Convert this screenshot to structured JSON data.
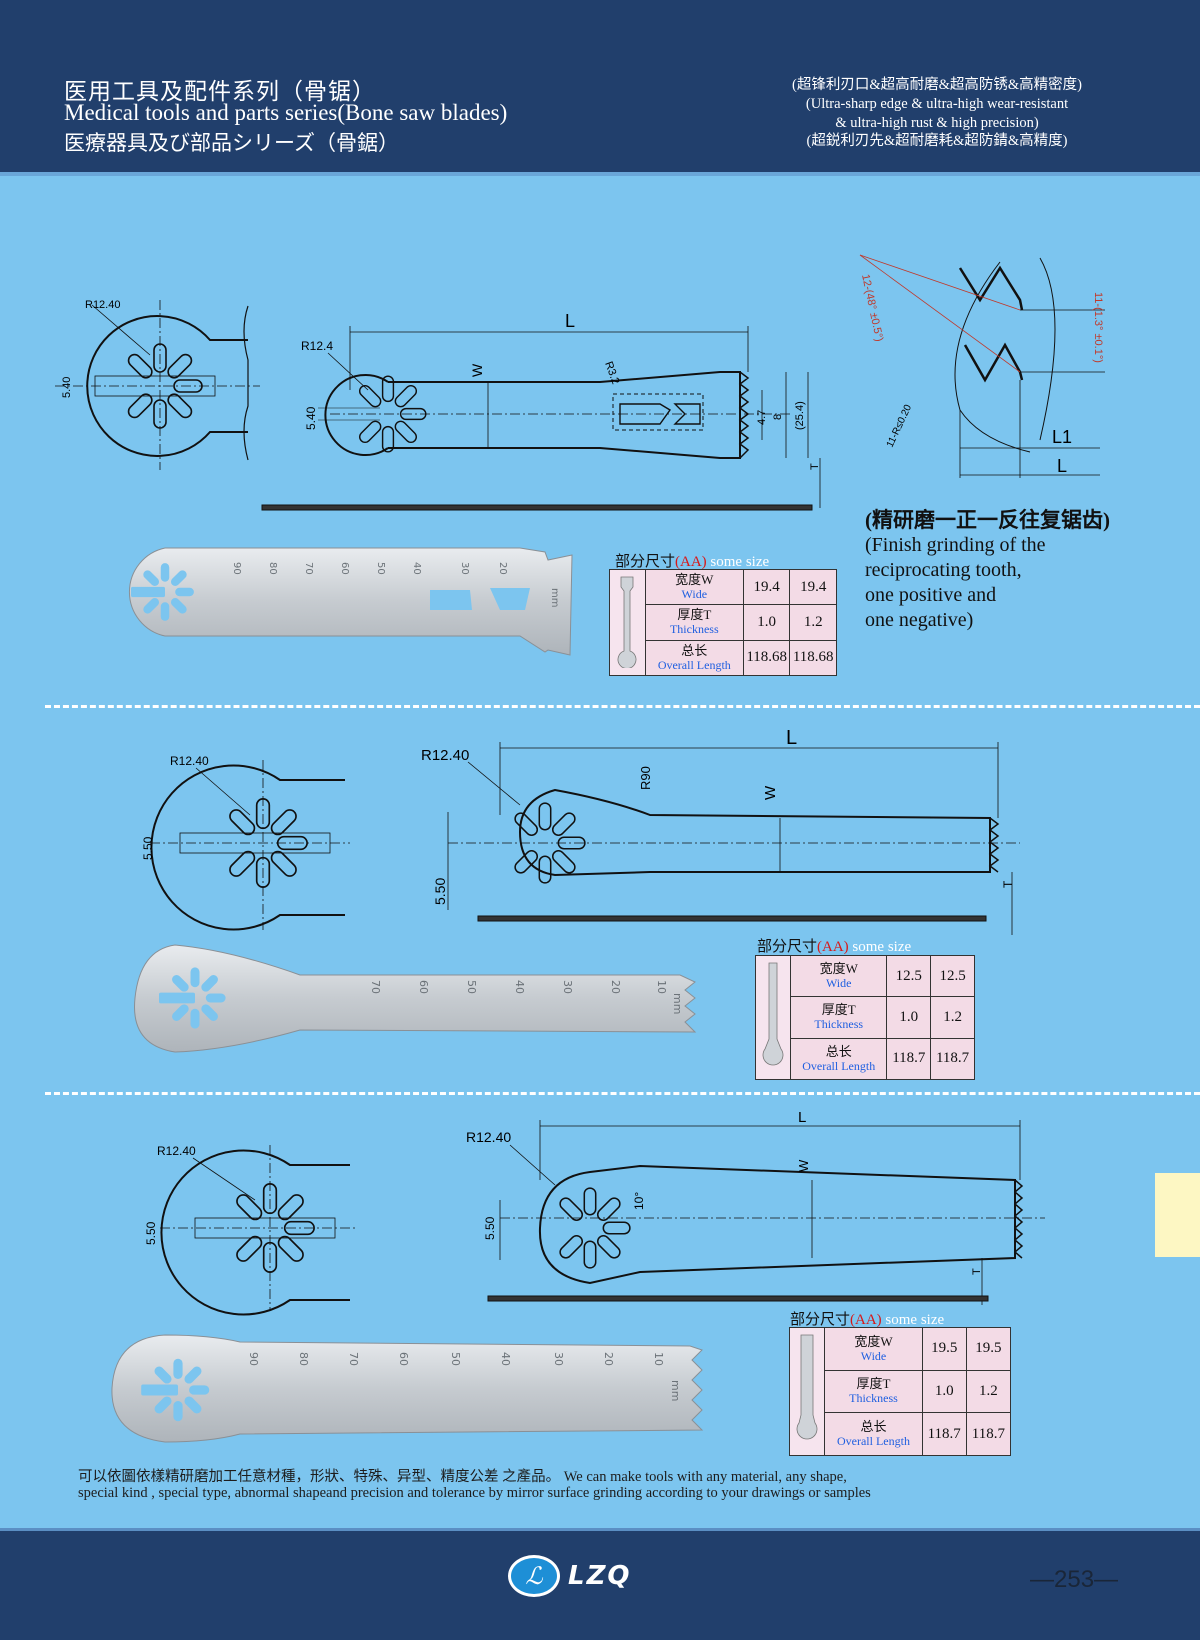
{
  "header": {
    "title_cn": "医用工具及配件系列（骨锯）",
    "title_en": "Medical tools and parts series(Bone saw blades)",
    "title_jp": "医療器具及び部品シリーズ（骨鋸）",
    "features_cn": "(超锋利刃口&超高耐磨&超高防锈&高精密度)",
    "features_en_1": "(Ultra-sharp edge & ultra-high wear-resistant",
    "features_en_2": "& ultra-high rust & high precision)",
    "features_jp": "(超鋭利刃先&超耐磨耗&超防錆&高精度)"
  },
  "section1": {
    "dims": {
      "r_small": "R12.40",
      "w_small": "5.40",
      "r_main": "R12.4",
      "w_main": "5.40",
      "r_slot": "R3.2",
      "len": "L",
      "width": "W",
      "tooth_47": "4.7",
      "tooth_8": "8",
      "tooth_254": "(25.4)",
      "thick": "T"
    },
    "tooth_detail": {
      "angle": "12-(48° ±0.5°)",
      "angle2": "11-(1.3° ±0.1°)",
      "radius": "11-R≤0.20",
      "l1": "L1",
      "l": "L"
    },
    "grinding_note": {
      "cn": "(精研磨一正一反往复锯齿)",
      "en_1": "(Finish grinding of the",
      "en_2": "reciprocating tooth,",
      "en_3": "one positive and",
      "en_4": "one negative)"
    },
    "scale": [
      "90",
      "80",
      "70",
      "60",
      "50",
      "40",
      "30",
      "20",
      "mm"
    ],
    "size_table": {
      "head_cn": "部分尺寸",
      "head_aa": "(AA)",
      "head_en": "some size",
      "rows": [
        {
          "cn": "宽度W",
          "en": "Wide",
          "v1": "19.4",
          "v2": "19.4"
        },
        {
          "cn": "厚度T",
          "en": "Thickness",
          "v1": "1.0",
          "v2": "1.2"
        },
        {
          "cn": "总长",
          "en": "Overall Length",
          "v1": "118.68",
          "v2": "118.68"
        }
      ]
    }
  },
  "section2": {
    "dims": {
      "r_small": "R12.40",
      "w_small": "5.50",
      "r_main": "R12.40",
      "w_main": "5.50",
      "r90": "R90",
      "len": "L",
      "width": "W",
      "thick": "T"
    },
    "scale": [
      "70",
      "60",
      "50",
      "40",
      "30",
      "20",
      "10",
      "mm"
    ],
    "size_table": {
      "head_cn": "部分尺寸",
      "head_aa": "(AA)",
      "head_en": "some size",
      "rows": [
        {
          "cn": "宽度W",
          "en": "Wide",
          "v1": "12.5",
          "v2": "12.5"
        },
        {
          "cn": "厚度T",
          "en": "Thickness",
          "v1": "1.0",
          "v2": "1.2"
        },
        {
          "cn": "总长",
          "en": "Overall Length",
          "v1": "118.7",
          "v2": "118.7"
        }
      ]
    }
  },
  "section3": {
    "dims": {
      "r_small": "R12.40",
      "w_small": "5.50",
      "r_main": "R12.40",
      "w_main": "5.50",
      "angle": "10°",
      "len": "L",
      "width": "W",
      "thick": "T"
    },
    "scale": [
      "90",
      "80",
      "70",
      "60",
      "50",
      "40",
      "30",
      "20",
      "10",
      "mm"
    ],
    "size_table": {
      "head_cn": "部分尺寸",
      "head_aa": "(AA)",
      "head_en": "some size",
      "rows": [
        {
          "cn": "宽度W",
          "en": "Wide",
          "v1": "19.5",
          "v2": "19.5"
        },
        {
          "cn": "厚度T",
          "en": "Thickness",
          "v1": "1.0",
          "v2": "1.2"
        },
        {
          "cn": "总长",
          "en": "Overall Length",
          "v1": "118.7",
          "v2": "118.7"
        }
      ]
    }
  },
  "bottom_note": {
    "line1": "可以依圖依樣精研磨加工任意材種，形狀、特殊、异型、精度公差 之產品。  We can make tools with any material, any shape,",
    "line2": "special kind , special type, abnormal shapeand precision and tolerance by mirror surface grinding according to your drawings or samples"
  },
  "footer": {
    "logo_text": "LZQ",
    "page_number": "—253—"
  },
  "colors": {
    "header_bg": "#213f6c",
    "page_bg": "#7cc5ef",
    "table_bg": "#f3dbe6",
    "accent_red": "#d81818",
    "accent_blue": "#1f5fe0"
  }
}
